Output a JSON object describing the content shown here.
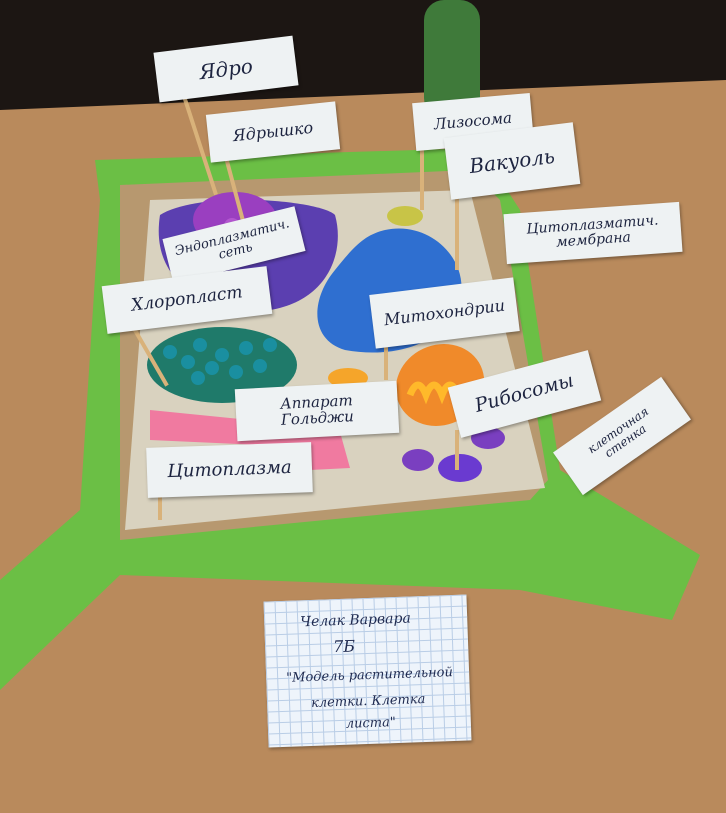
{
  "labels": {
    "nucleus": "Ядро",
    "nucleolus": "Ядрышко",
    "lysosome": "Лизосома",
    "vacuole": "Вакуоль",
    "membrane_line1": "Цитоплазматич.",
    "membrane_line2": "мембрана",
    "er_line1": "Эндоплазматич.",
    "er_line2": "сеть",
    "chloroplast": "Хлоропласт",
    "mitochondria": "Митохондрии",
    "golgi_line1": "Аппарат",
    "golgi_line2": "Гольджи",
    "ribosomes": "Рибосомы",
    "wall_line1": "клеточная",
    "wall_line2": "стенка",
    "cytoplasm": "Цитоплазма"
  },
  "note": {
    "name": "Челак Варвара",
    "class": "7Б",
    "title_line1": "\"Модель растительной",
    "title_line2": "клетки. Клетка",
    "title_line3": "листа\""
  },
  "colors": {
    "felt": "#6bbf45",
    "floor": "#d9d2bf",
    "vacuole": "#2f6fd0",
    "er": "#5b3fb0",
    "chloroplast": "#1f7a6a",
    "golgi": "#f07aa0",
    "mitochondria": "#f08a2a"
  }
}
